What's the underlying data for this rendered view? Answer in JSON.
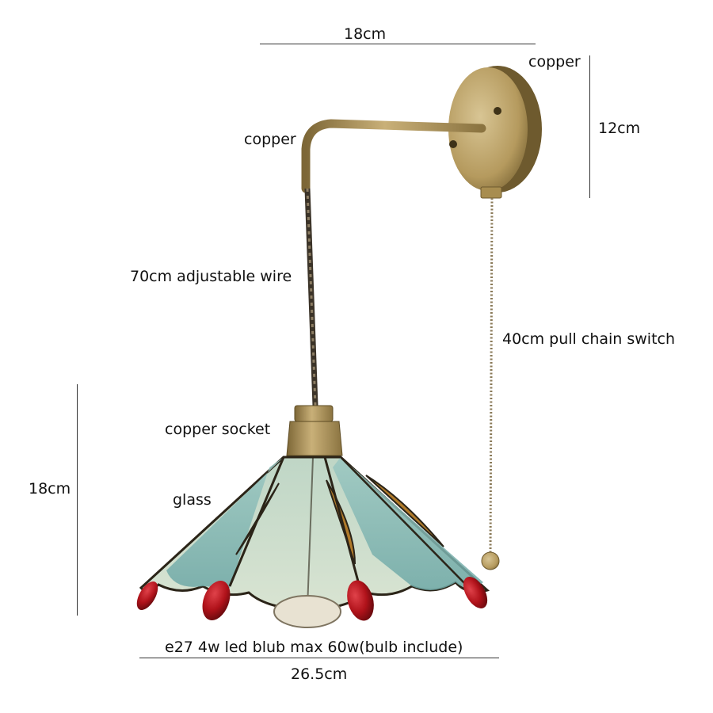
{
  "product_image": {
    "colors": {
      "brass": "#b59a5e",
      "brass_dark": "#8a7340",
      "glass_teal": "#7fb4b0",
      "glass_clear": "#c9d9cf",
      "glass_amber": "#b07a2a",
      "bead_red": "#b0121a",
      "lead_line": "#2b2418"
    }
  },
  "labels": {
    "top_width": "18cm",
    "mount_material": "copper",
    "mount_height": "12cm",
    "arm_material": "copper",
    "wire": "70cm adjustable wire",
    "pull_chain": "40cm pull chain switch",
    "socket": "copper socket",
    "shade_height": "18cm",
    "shade_material": "glass",
    "bulb": "e27 4w led blub max 60w(bulb include)",
    "shade_width": "26.5cm"
  }
}
